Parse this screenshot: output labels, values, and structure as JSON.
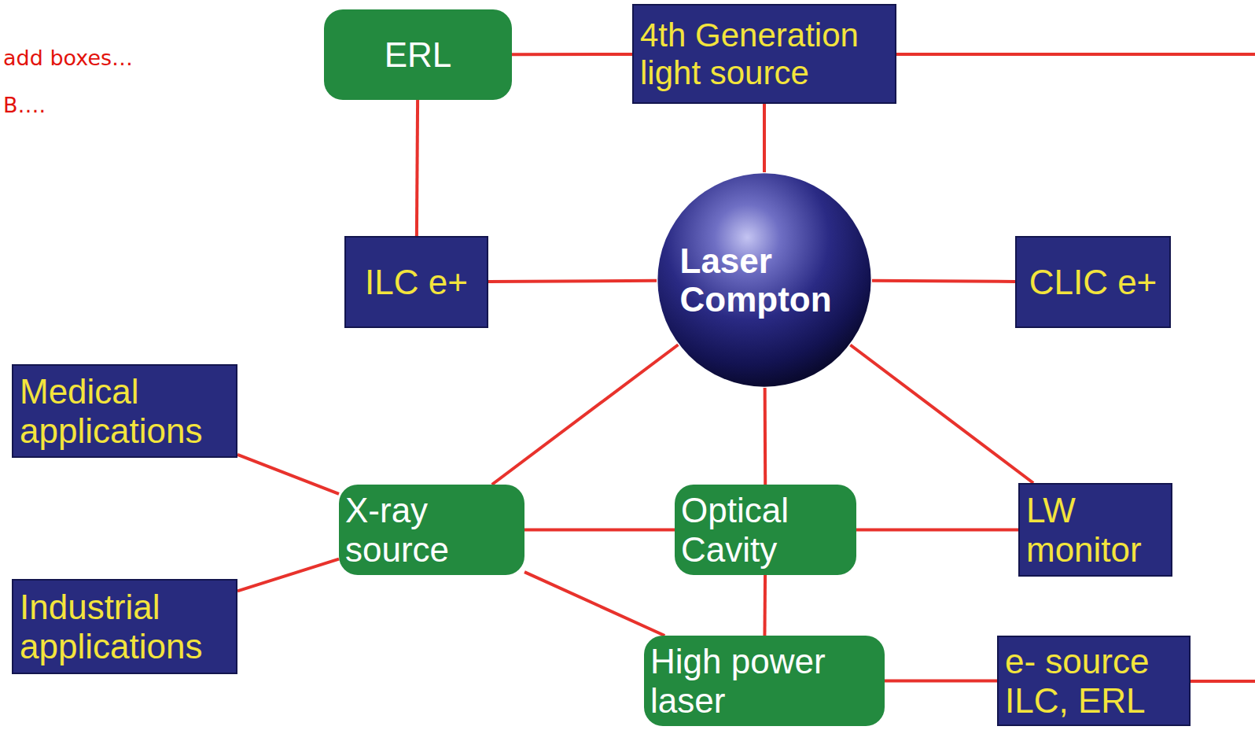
{
  "diagram": {
    "nodes": [
      {
        "text": [
          "ERL"
        ]
      },
      {
        "text": [
          "4th Generation light source"
        ]
      },
      {
        "text": [
          "ILC e+"
        ]
      },
      {
        "text": [
          "Laser Compton"
        ]
      },
      {
        "text": [
          "CLIC e+"
        ]
      },
      {
        "text": [
          "Medical applications"
        ]
      },
      {
        "text": [
          "X-ray source"
        ]
      },
      {
        "text": [
          "Optical Cavity"
        ]
      },
      {
        "text": [
          "LW monitor"
        ]
      },
      {
        "text": [
          "Industrial applications"
        ]
      },
      {
        "text": [
          "High power laser"
        ]
      },
      {
        "text": [
          "e- source ILC, ERL"
        ]
      }
    ],
    "edges": [
      {
        "from": 0,
        "to": 1,
        "arrow": "none"
      },
      {
        "from": 0,
        "to": 2,
        "arrow": "none"
      },
      {
        "from": 1,
        "to": 3,
        "arrow": "none"
      },
      {
        "from": 2,
        "to": 3,
        "arrow": "none"
      },
      {
        "from": 3,
        "to": 4,
        "arrow": "none"
      },
      {
        "from": 3,
        "to": 6,
        "arrow": "none"
      },
      {
        "from": 3,
        "to": 7,
        "arrow": "none"
      },
      {
        "from": 3,
        "to": 8,
        "arrow": "none"
      },
      {
        "from": 5,
        "to": 6,
        "arrow": "none"
      },
      {
        "from": 9,
        "to": 6,
        "arrow": "none"
      },
      {
        "from": 6,
        "to": 7,
        "arrow": "none"
      },
      {
        "from": 7,
        "to": 8,
        "arrow": "none"
      },
      {
        "from": 7,
        "to": 10,
        "arrow": "none"
      },
      {
        "from": 6,
        "to": 10,
        "arrow": "none"
      },
      {
        "from": 10,
        "to": 11,
        "arrow": "none"
      }
    ],
    "labels": [
      "add boxes…",
      "B…."
    ]
  }
}
